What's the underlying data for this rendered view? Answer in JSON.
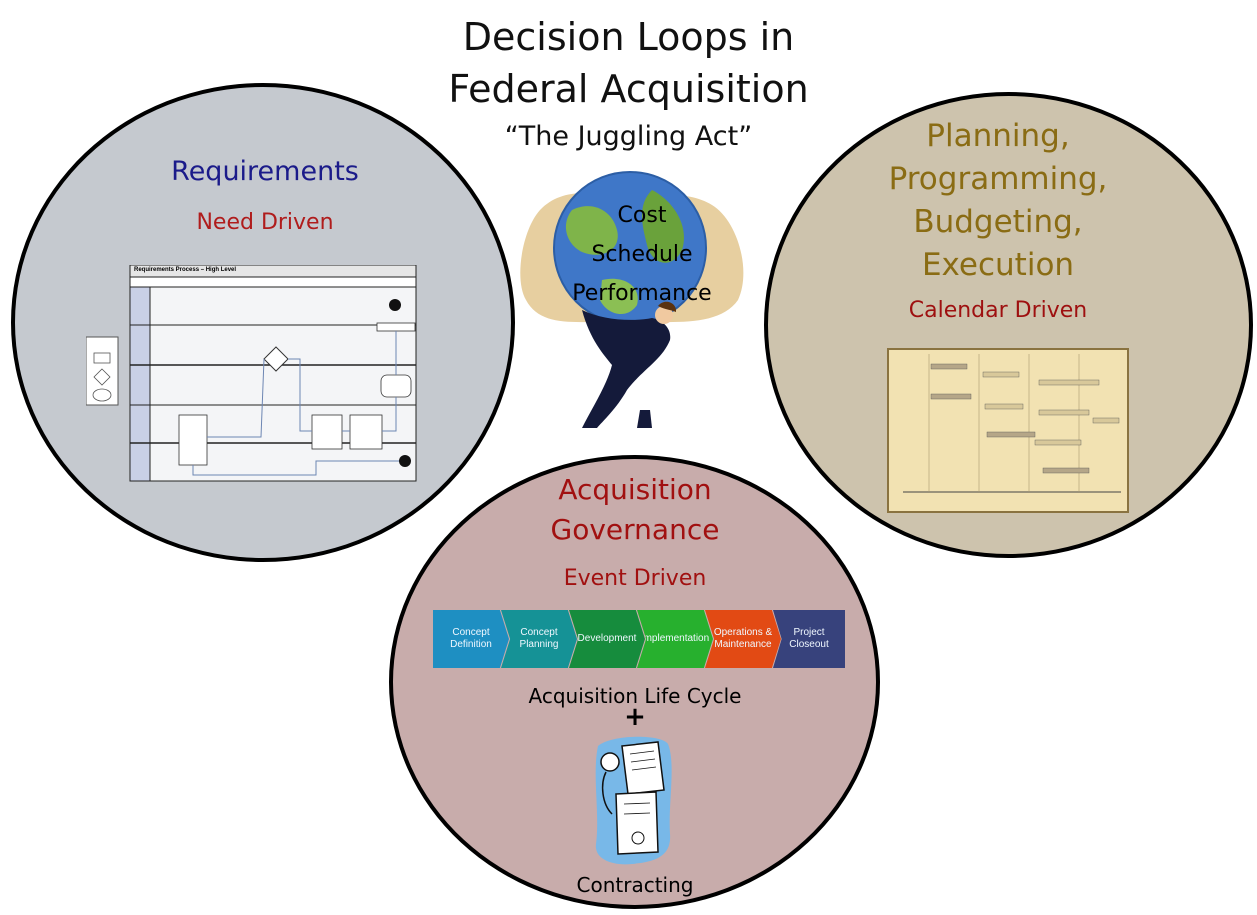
{
  "title": {
    "line1": "Decision Loops in",
    "line2": "Federal Acquisition",
    "line3": "“The Juggling Act”"
  },
  "requirements": {
    "title": "Requirements",
    "subtitle": "Need Driven",
    "diagram_caption": "Requirements Process – High Level"
  },
  "center": {
    "cost": "Cost",
    "schedule": "Schedule",
    "performance": "Performance"
  },
  "ppbe": {
    "line1": "Planning,",
    "line2": "Programming,",
    "line3": "Budgeting,",
    "line4": "Execution",
    "subtitle": "Calendar Driven"
  },
  "acquisition": {
    "title_line1": "Acquisition",
    "title_line2": "Governance",
    "subtitle": "Event Driven",
    "phases": [
      {
        "label": "Concept Definition",
        "color": "#1e8fc2"
      },
      {
        "label": "Concept Planning",
        "color": "#159296"
      },
      {
        "label": "Development",
        "color": "#168c3d"
      },
      {
        "label": "Implementation",
        "color": "#27b02e"
      },
      {
        "label": "Operations & Maintenance",
        "color": "#e24a14"
      },
      {
        "label": "Project Closeout",
        "color": "#37427c"
      }
    ],
    "life_cycle": "Acquisition Life Cycle",
    "plus": "+",
    "contracting": "Contracting"
  },
  "colors": {
    "requirements_circle": "#c5c9cf",
    "ppbe_circle": "#cdc3ad",
    "acquisition_circle": "#c8acab"
  }
}
